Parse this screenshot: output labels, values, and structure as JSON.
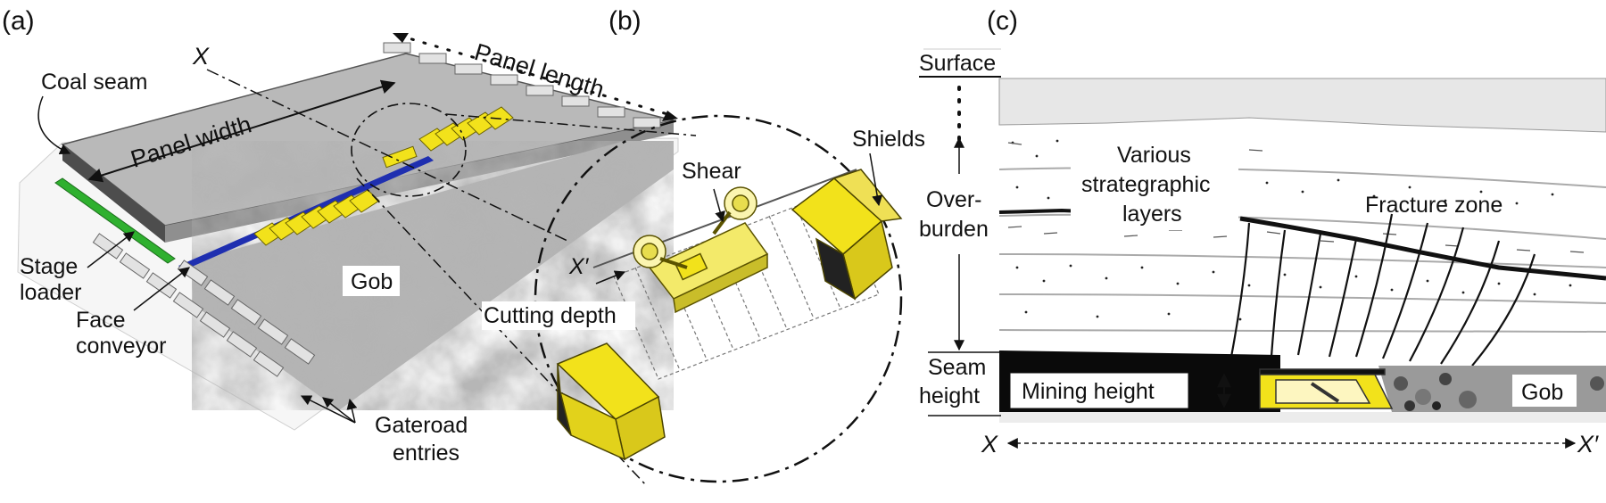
{
  "panels": {
    "a": {
      "panel_label": "(a)",
      "x_marker": "X",
      "x_prime_marker": "X′",
      "panel_length": "Panel length",
      "panel_width": "Panel width",
      "coal_seam": "Coal seam",
      "stage_loader_1": "Stage",
      "stage_loader_2": "loader",
      "face_conveyor_1": "Face",
      "face_conveyor_2": "conveyor",
      "gob": "Gob",
      "gateroad_1": "Gateroad",
      "gateroad_2": "entries"
    },
    "b": {
      "panel_label": "(b)",
      "shear": "Shear",
      "shields": "Shields",
      "cutting_depth": "Cutting depth"
    },
    "c": {
      "panel_label": "(c)",
      "surface": "Surface",
      "overburden_1": "Over-",
      "overburden_2": "burden",
      "various_1": "Various",
      "various_2": "strategraphic",
      "various_3": "layers",
      "fracture_zone": "Fracture zone",
      "seam_height_1": "Seam",
      "seam_height_2": "height",
      "mining_height": "Mining height",
      "gob": "Gob",
      "x_left": "X",
      "x_right": "X′"
    }
  },
  "colors": {
    "equipment_yellow": "#f2e21b",
    "conveyor_blue": "#1f2fb0",
    "stage_green": "#2fb02f",
    "seam_black": "#0a0a0a",
    "surface_gray": "#e7e7e7",
    "gob_gray": "#8c8c8c"
  }
}
